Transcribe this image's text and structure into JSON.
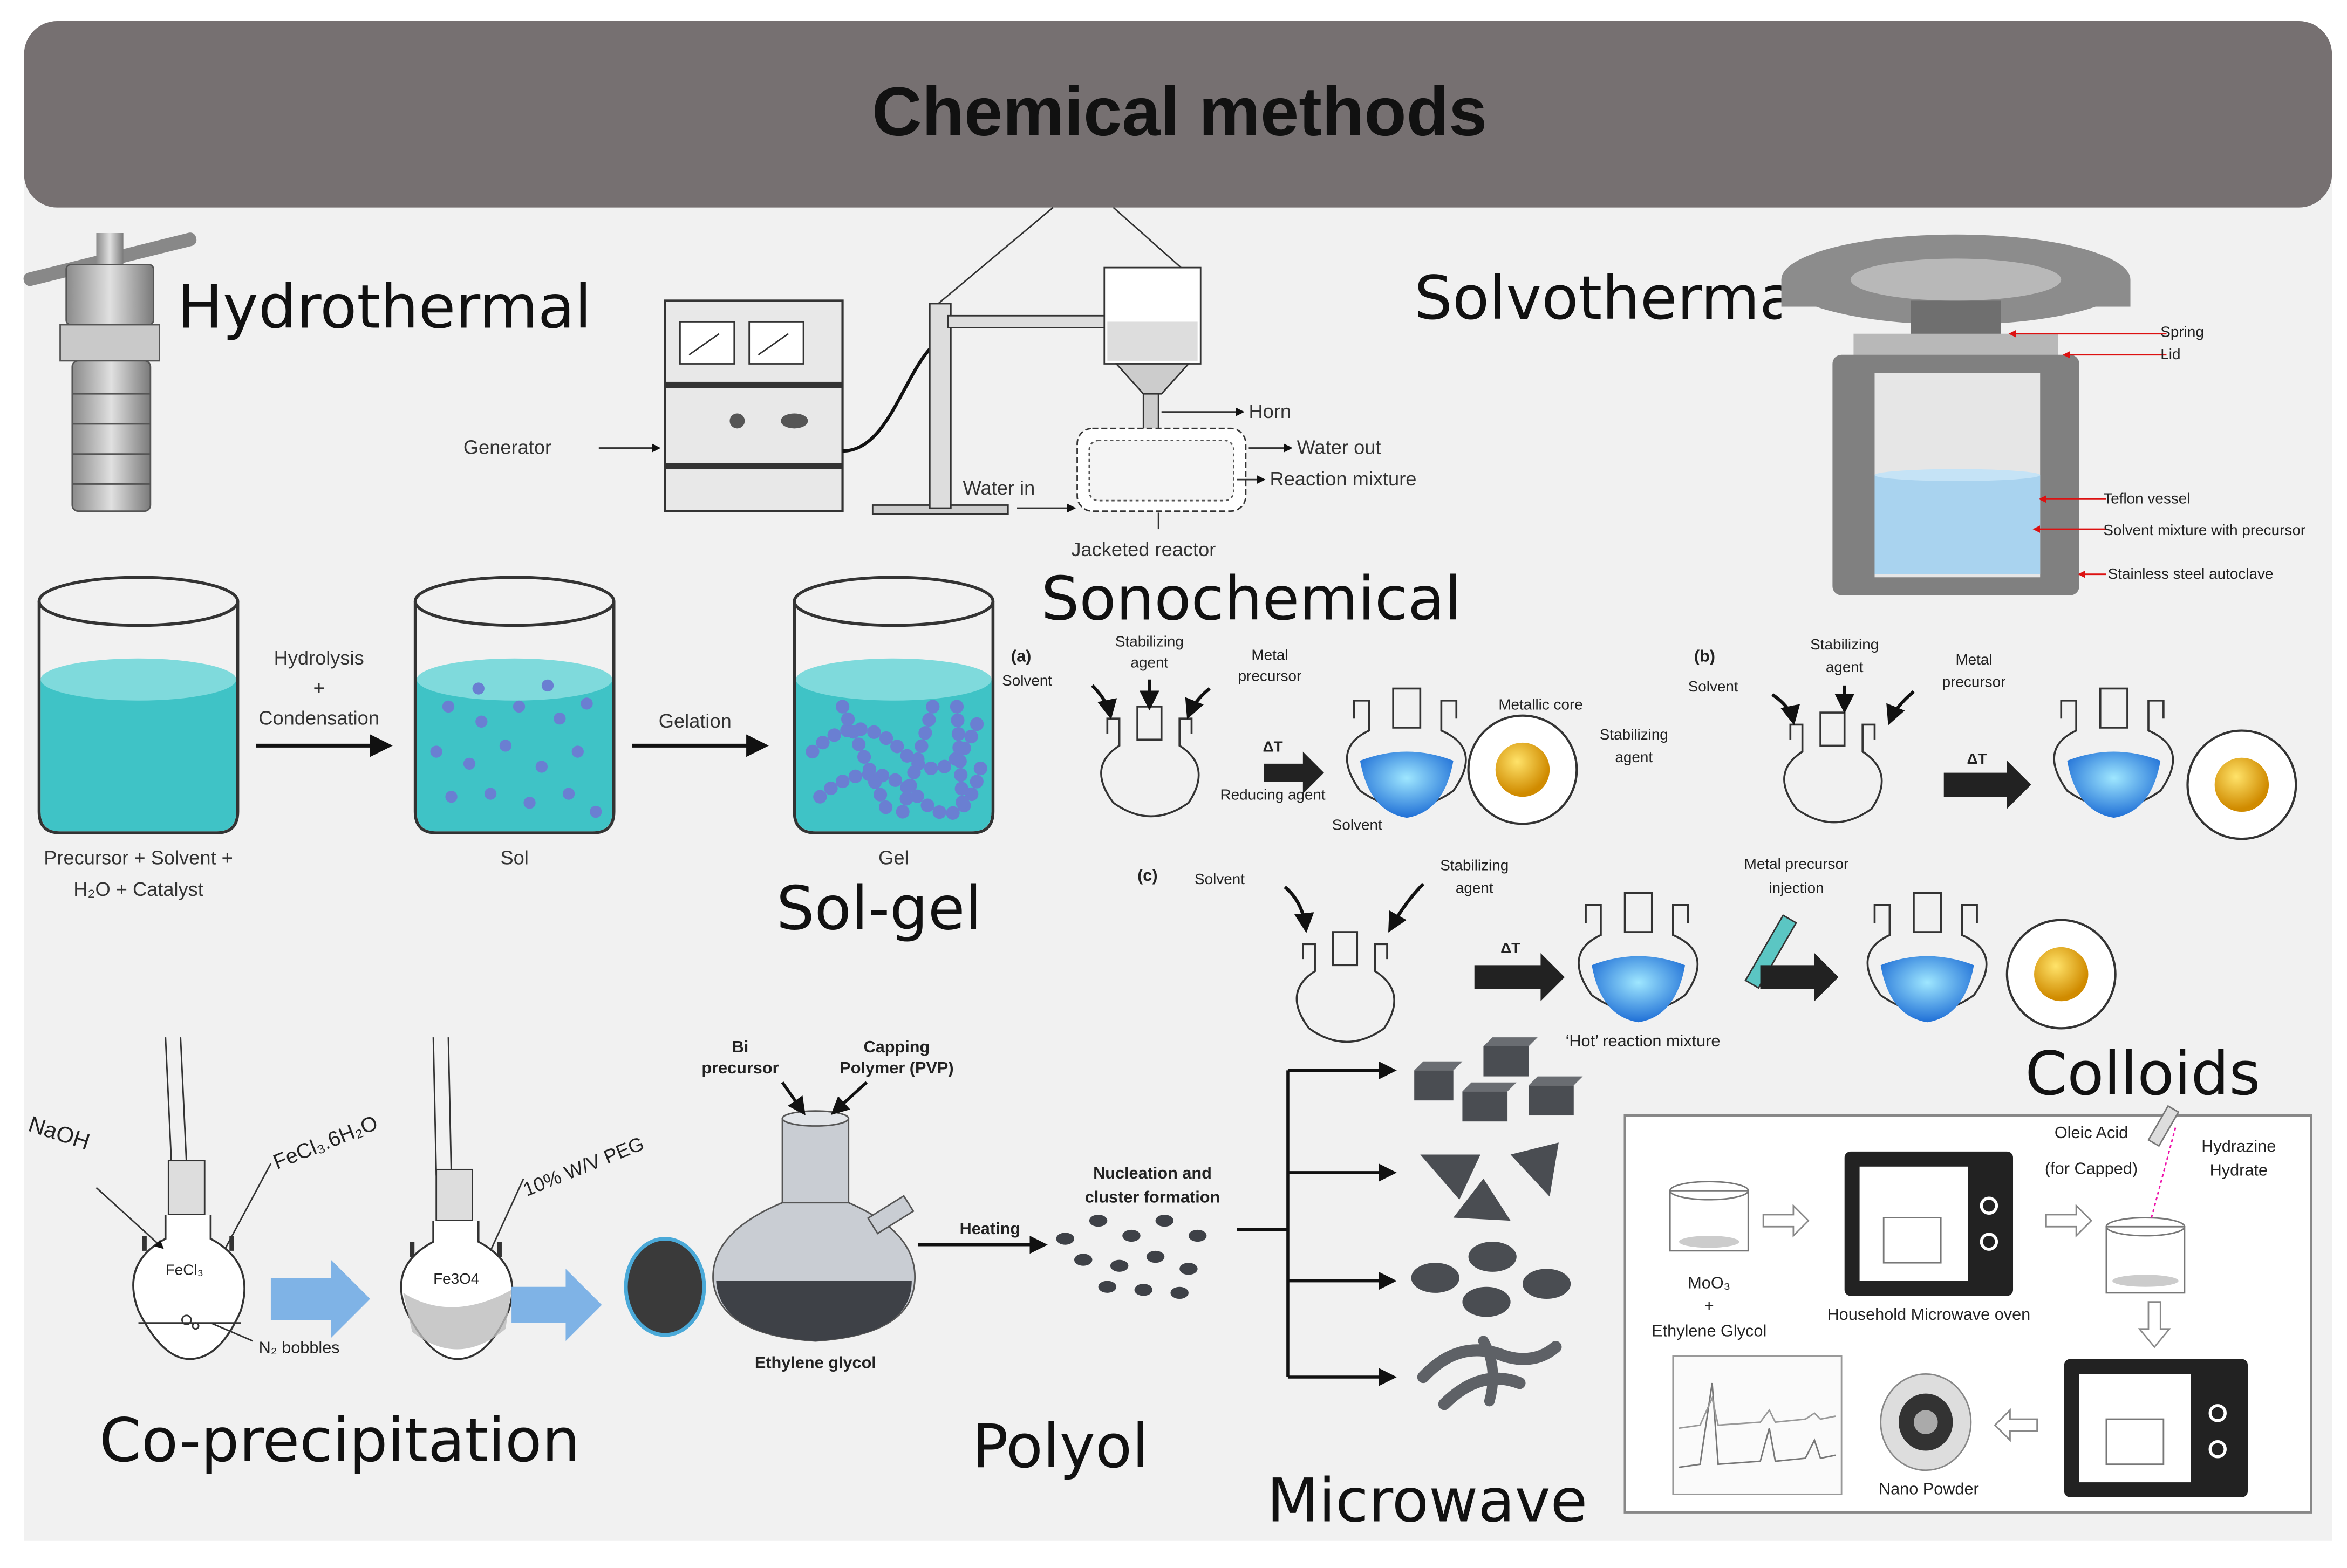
{
  "title": "Chemical methods",
  "colors": {
    "banner": "#767071",
    "panel": "#f1f1f1",
    "liquid": "#3fc3c6",
    "particle": "#6a7fd2",
    "arrow_blue": "#7fb3e6",
    "teflon_liquid": "#a9d3ef"
  },
  "sections": {
    "hydrothermal": "Hydrothermal",
    "sonochemical": "Sonochemical",
    "solvothermal": "Solvothermal",
    "solgel": "Sol-gel",
    "colloids": "Colloids",
    "coprecipitation": "Co-precipitation",
    "polyol": "Polyol",
    "microwave": "Microwave"
  },
  "sonochemical": {
    "generator": "Generator",
    "horn": "Horn",
    "water_out": "Water out",
    "reaction_mixture": "Reaction mixture",
    "water_in": "Water in",
    "jacketed_reactor": "Jacketed reactor"
  },
  "solvothermal": {
    "spring": "Spring",
    "lid": "Lid",
    "teflon": "Teflon vessel",
    "solvent_mix": "Solvent mixture with precursor",
    "autoclave": "Stainless steel autoclave"
  },
  "solgel": {
    "precursor_line1": "Precursor + Solvent +",
    "precursor_line2": "H₂O + Catalyst",
    "hydrolysis": "Hydrolysis",
    "plus": "+",
    "condensation": "Condensation",
    "sol": "Sol",
    "gelation": "Gelation",
    "gel": "Gel"
  },
  "colloids": {
    "a": "(a)",
    "b": "(b)",
    "c": "(c)",
    "solvent": "Solvent",
    "stabilizing_agent_1": "Stabilizing",
    "stabilizing_agent_2": "agent",
    "metal_precursor_1": "Metal",
    "metal_precursor_2": "precursor",
    "delta_t": "ΔT",
    "reducing_agent": "Reducing agent",
    "metallic_core": "Metallic core",
    "metal_precursor_injection_1": "Metal precursor",
    "metal_precursor_injection_2": "injection",
    "hot_mixture": "‘Hot’ reaction mixture"
  },
  "coprecip": {
    "naoh": "NaOH",
    "fecl": "FeCl₃.6H₂O",
    "fecl_flask": "FeCl₃",
    "n2": "N₂ bobbles",
    "peg": "10% W/V PEG",
    "fe3o4": "Fe3O4"
  },
  "polyol": {
    "bi_1": "Bi",
    "bi_2": "precursor",
    "capping_1": "Capping",
    "capping_2": "Polymer (PVP)",
    "heating": "Heating",
    "nucleation_1": "Nucleation and",
    "nucleation_2": "cluster formation",
    "ethylene_glycol": "Ethylene glycol"
  },
  "microwave": {
    "oleic_1": "Oleic Acid",
    "oleic_2": "(for Capped)",
    "hydrazine_1": "Hydrazine",
    "hydrazine_2": "Hydrate",
    "moo3": "MoO₃",
    "plus": "+",
    "eg": "Ethylene Glycol",
    "oven": "Household Microwave oven",
    "nano": "Nano Powder"
  }
}
